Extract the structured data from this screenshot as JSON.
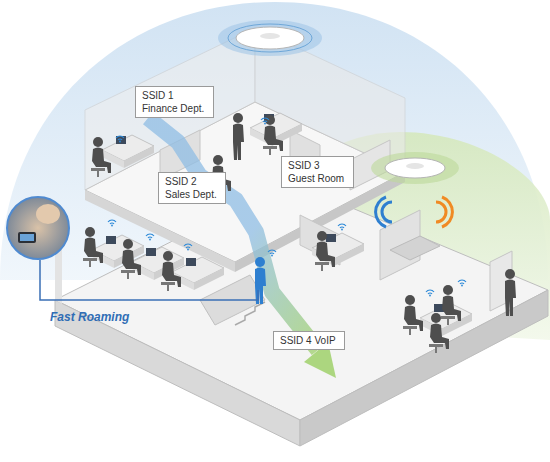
{
  "diagram": {
    "nodes": [
      {
        "text": [
          "SSID 1",
          "Finance Dept."
        ]
      },
      {
        "text": [
          "SSID 2",
          "Sales Dept."
        ]
      },
      {
        "text": [
          "SSID 3",
          "Guest Room"
        ]
      },
      {
        "text": [
          "SSID 4 VoIP"
        ]
      }
    ],
    "labels": [
      "Fast Roaming"
    ]
  }
}
